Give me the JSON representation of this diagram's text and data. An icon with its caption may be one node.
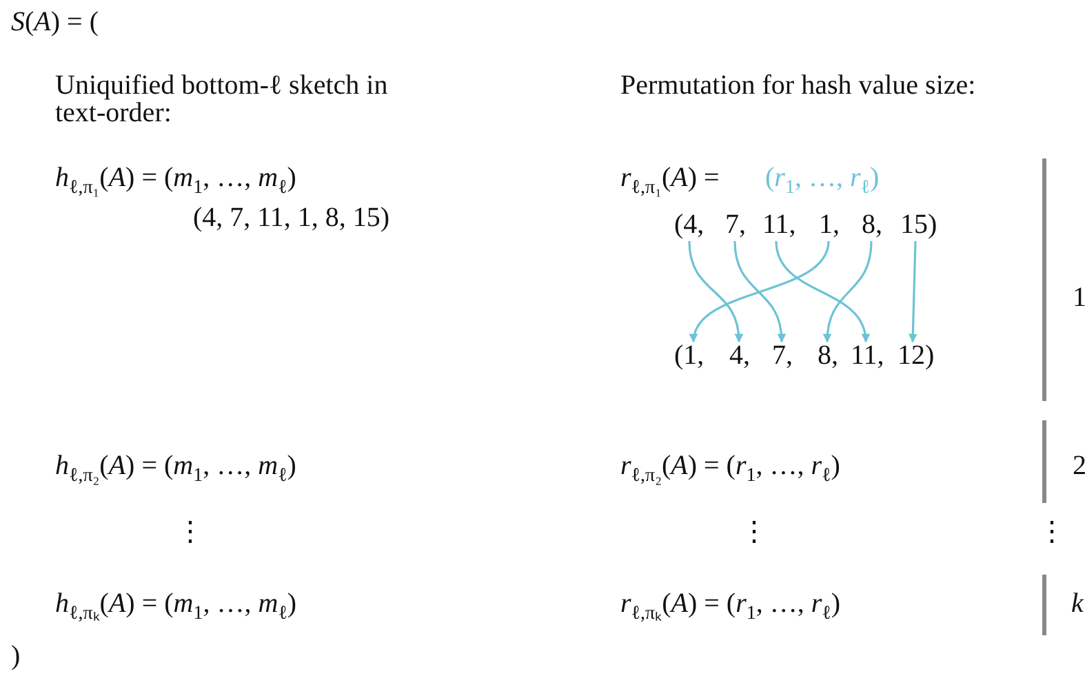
{
  "diagram": {
    "nodes": [
      {
        "text": [
          "(4,"
        ]
      },
      {
        "text": [
          "7,"
        ]
      },
      {
        "text": [
          "11,"
        ]
      },
      {
        "text": [
          "1,"
        ]
      },
      {
        "text": [
          "8,"
        ]
      },
      {
        "text": [
          "15)"
        ]
      },
      {
        "text": [
          "(1,"
        ]
      },
      {
        "text": [
          "4,"
        ]
      },
      {
        "text": [
          "7,"
        ]
      },
      {
        "text": [
          "8,"
        ]
      },
      {
        "text": [
          "11,"
        ]
      },
      {
        "text": [
          "12)"
        ]
      }
    ],
    "edges": [
      {
        "from": 0,
        "to": 7,
        "arrow": "to"
      },
      {
        "from": 1,
        "to": 8,
        "arrow": "to"
      },
      {
        "from": 2,
        "to": 10,
        "arrow": "to"
      },
      {
        "from": 3,
        "to": 6,
        "arrow": "to"
      },
      {
        "from": 4,
        "to": 9,
        "arrow": "to"
      },
      {
        "from": 5,
        "to": 11,
        "arrow": "to"
      }
    ],
    "labels": [
      "*S*(*A*) = (",
      "Uniquified bottom-ℓ sketch in text-order:",
      "Permutation for hash value size:",
      "*h*$_{ℓ,π₁}$(*A*) = (*m*$_{1}$, …, *m*$_{ℓ}$)",
      "*r*$_{ℓ,π₁}$(*A*) =",
      "(*r*$_{1}$, …, *r*$_{ℓ}$)",
      "1",
      "(4, 7, 11, 1, 8, 15)",
      "*h*$_{ℓ,π₂}$(*A*) = (*m*$_{1}$, …, *m*$_{ℓ}$)",
      "*r*$_{ℓ,π₂}$(*A*) = (*r*$_{1}$, …, *r*$_{ℓ}$)",
      "2",
      "⋮",
      "⋮",
      "⋮",
      "*h*$_{ℓ,πₖ}$(*A*) = (*m*$_{1}$, …, *m*$_{ℓ}$)",
      "*r*$_{ℓ,πₖ}$(*A*) = (*r*$_{1}$, …, *r*$_{ℓ}$)",
      "k",
      ")"
    ]
  }
}
